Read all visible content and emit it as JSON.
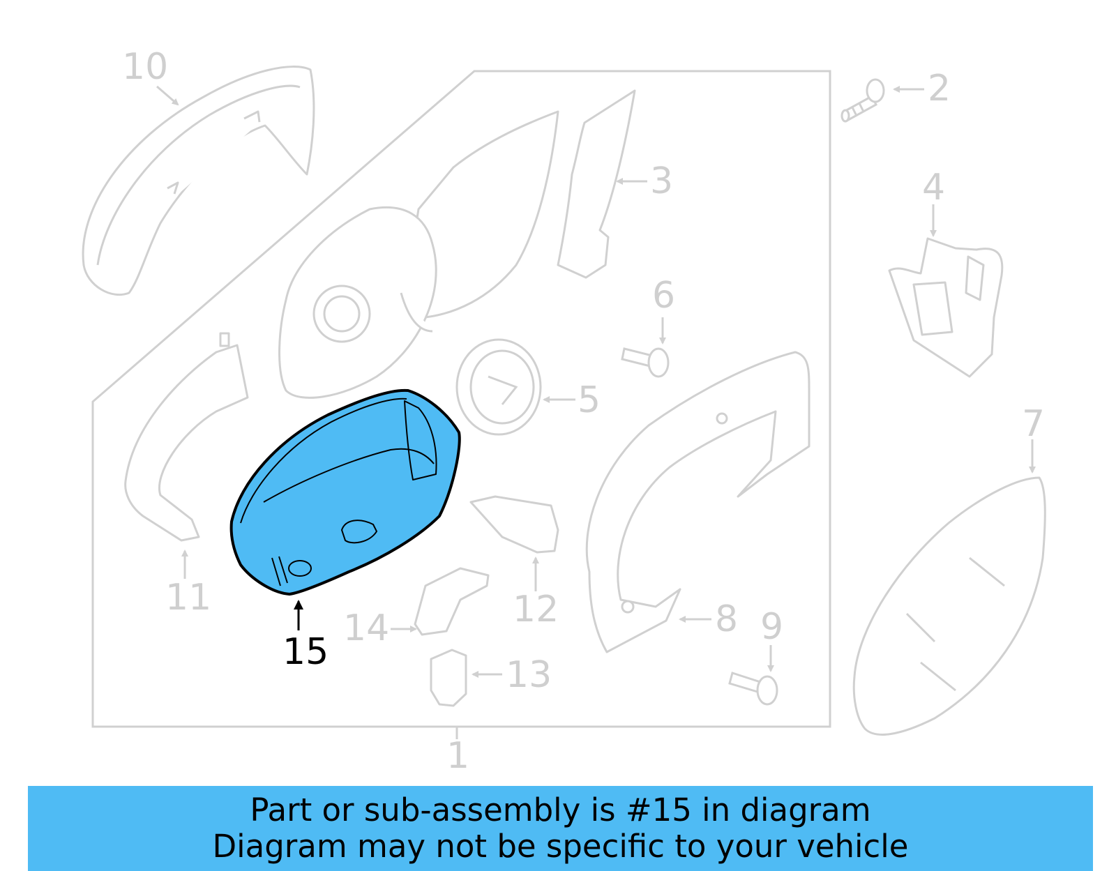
{
  "diagram": {
    "highlight_color": "#4fbbf4",
    "line_color_inactive": "#d0d0d0",
    "line_color_active": "#000000",
    "highlighted_part": "15",
    "callouts": [
      {
        "number": "1",
        "label": "1"
      },
      {
        "number": "2",
        "label": "2"
      },
      {
        "number": "3",
        "label": "3"
      },
      {
        "number": "4",
        "label": "4"
      },
      {
        "number": "5",
        "label": "5"
      },
      {
        "number": "6",
        "label": "6"
      },
      {
        "number": "7",
        "label": "7"
      },
      {
        "number": "8",
        "label": "8"
      },
      {
        "number": "9",
        "label": "9"
      },
      {
        "number": "10",
        "label": "10"
      },
      {
        "number": "11",
        "label": "11"
      },
      {
        "number": "12",
        "label": "12"
      },
      {
        "number": "13",
        "label": "13"
      },
      {
        "number": "14",
        "label": "14"
      },
      {
        "number": "15",
        "label": "15"
      }
    ]
  },
  "banner": {
    "line1": "Part or sub-assembly is #15 in diagram",
    "line2": "Diagram may not be specific to your vehicle",
    "background": "#4fbbf4"
  }
}
